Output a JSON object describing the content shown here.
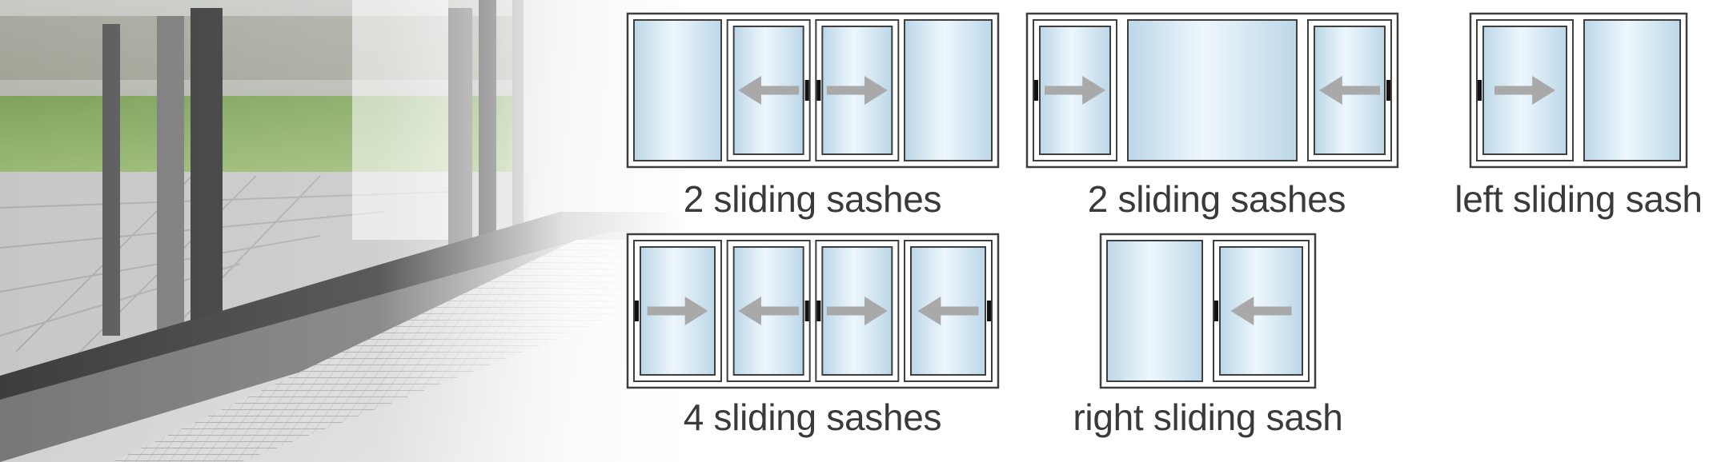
{
  "photo": {
    "description_icon": "sliding-door-photo"
  },
  "colors": {
    "frame": "#3f3f3f",
    "glass_light": "#eef7fc",
    "glass_dark": "#bcd7e8",
    "arrow": "#a9a9a9",
    "handle": "#111111",
    "caption": "#3a3a3a"
  },
  "diagrams": [
    {
      "id": "two-sashes-center",
      "caption": "2 sliding sashes",
      "panes": [
        {
          "type": "fixed"
        },
        {
          "type": "sash",
          "handle": "right",
          "arrow": "left"
        },
        {
          "type": "sash",
          "handle": "left",
          "arrow": "right"
        },
        {
          "type": "fixed"
        }
      ]
    },
    {
      "id": "two-sashes-outer",
      "caption": "2 sliding sashes",
      "panes": [
        {
          "type": "sash",
          "handle": "left",
          "arrow": "right"
        },
        {
          "type": "fixed-wide"
        },
        {
          "type": "sash",
          "handle": "right",
          "arrow": "left"
        }
      ]
    },
    {
      "id": "left-sash",
      "caption": "left sliding sash",
      "panes": [
        {
          "type": "sash",
          "handle": "left",
          "arrow": "right"
        },
        {
          "type": "fixed"
        }
      ]
    },
    {
      "id": "four-sashes",
      "caption": "4 sliding sashes",
      "panes": [
        {
          "type": "sash",
          "handle": "left",
          "arrow": "right"
        },
        {
          "type": "sash",
          "handle": "right",
          "arrow": "left"
        },
        {
          "type": "sash",
          "handle": "left",
          "arrow": "right"
        },
        {
          "type": "sash",
          "handle": "right",
          "arrow": "left"
        }
      ]
    },
    {
      "id": "right-sash",
      "caption": "right sliding sash",
      "panes": [
        {
          "type": "fixed"
        },
        {
          "type": "sash",
          "handle": "left",
          "arrow": "left"
        }
      ]
    }
  ]
}
